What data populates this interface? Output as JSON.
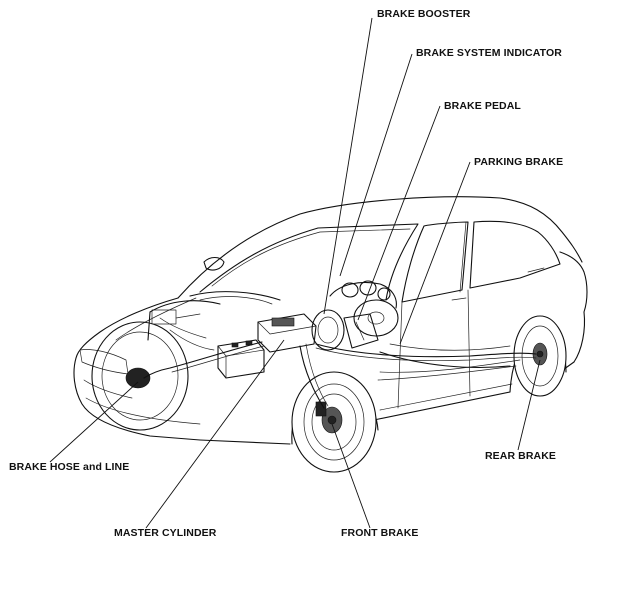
{
  "labels": {
    "brake_booster": "BRAKE BOOSTER",
    "brake_system_indicator": "BRAKE SYSTEM INDICATOR",
    "brake_pedal": "BRAKE PEDAL",
    "parking_brake": "PARKING BRAKE",
    "rear_brake": "REAR BRAKE",
    "brake_hose_and_line": "BRAKE HOSE and LINE",
    "master_cylinder": "MASTER CYLINDER",
    "front_brake": "FRONT BRAKE"
  }
}
